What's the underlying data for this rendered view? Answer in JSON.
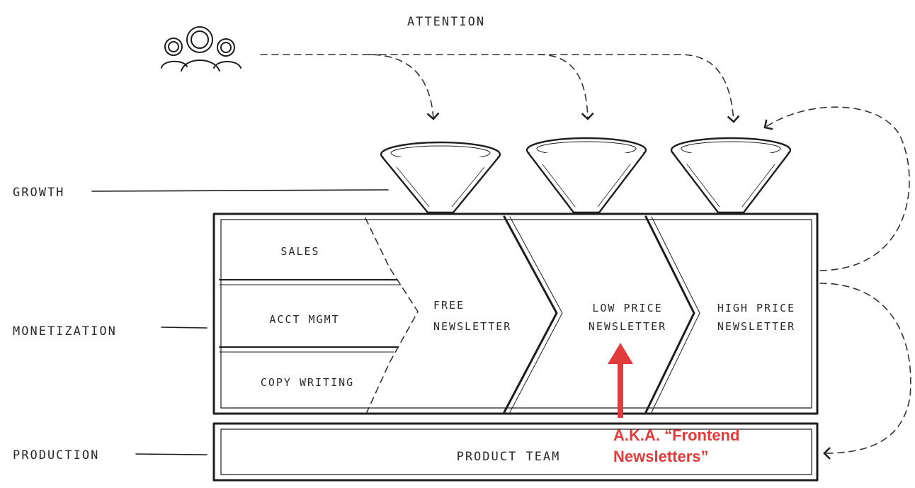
{
  "top_label": "ATTENTION",
  "left_labels": {
    "growth": "GROWTH",
    "monetization": "MONETIZATION",
    "production": "PRODUCTION"
  },
  "support_functions": [
    "SALES",
    "ACCT MGMT",
    "COPY WRITING"
  ],
  "tiers": {
    "free": [
      "FREE",
      "NEWSLETTER"
    ],
    "low": [
      "LOW PRICE",
      "NEWSLETTER"
    ],
    "high": [
      "HIGH PRICE",
      "NEWSLETTER"
    ]
  },
  "product_team": "PRODUCT TEAM",
  "callout": {
    "line1": "A.K.A. “Frontend",
    "line2": "Newsletters”",
    "color": "#e03c3c"
  },
  "icons": [
    "people-icon",
    "funnel-icon"
  ]
}
